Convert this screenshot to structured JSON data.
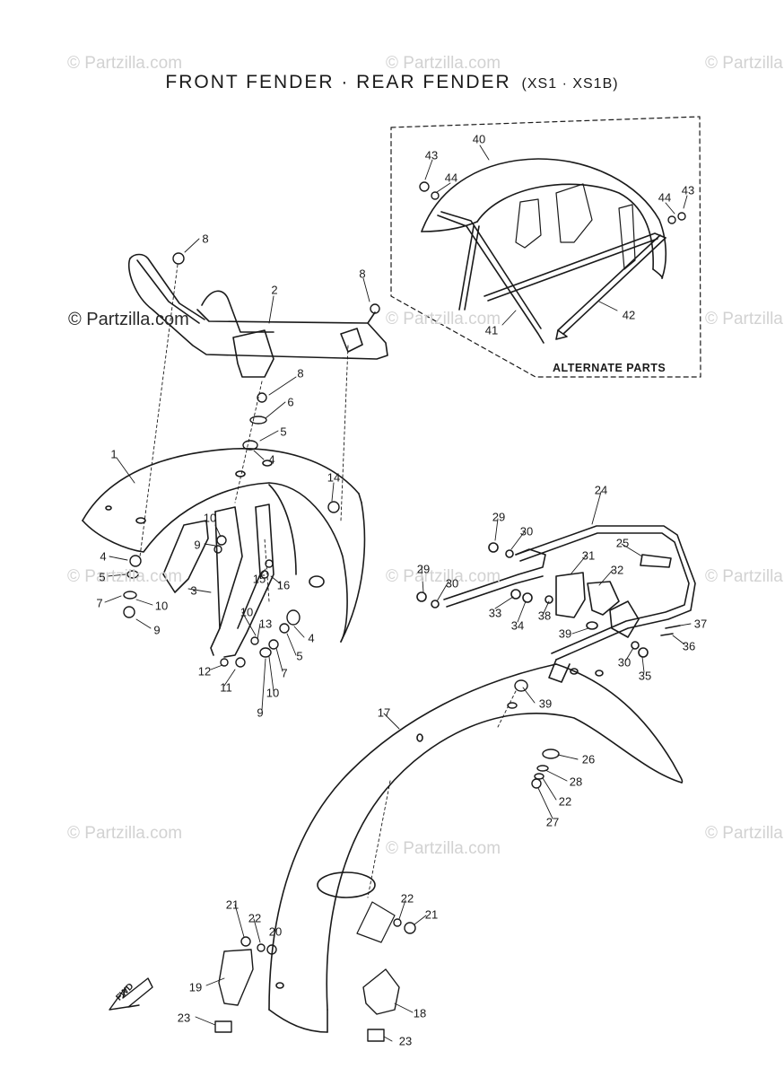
{
  "title": {
    "main": "FRONT FENDER · REAR FENDER",
    "models": "(XS1 · XS1B)"
  },
  "alternate_parts_label": "ALTERNATE PARTS",
  "fwd_label": "FWD",
  "watermark_text": "© Partzilla.com",
  "watermark_prominent": "© Partzilla.com",
  "colors": {
    "ink": "#1a1a1a",
    "watermark": "#d2d2d2"
  },
  "callouts": [
    {
      "id": "c40",
      "label": "40"
    },
    {
      "id": "c43a",
      "label": "43"
    },
    {
      "id": "c44a",
      "label": "44"
    },
    {
      "id": "c44b",
      "label": "44"
    },
    {
      "id": "c43b",
      "label": "43"
    },
    {
      "id": "c41",
      "label": "41"
    },
    {
      "id": "c42",
      "label": "42"
    },
    {
      "id": "c8a",
      "label": "8"
    },
    {
      "id": "c2",
      "label": "2"
    },
    {
      "id": "c8b",
      "label": "8"
    },
    {
      "id": "c8c",
      "label": "8"
    },
    {
      "id": "c6",
      "label": "6"
    },
    {
      "id": "c5a",
      "label": "5"
    },
    {
      "id": "c4a",
      "label": "4"
    },
    {
      "id": "c1",
      "label": "1"
    },
    {
      "id": "c14",
      "label": "14"
    },
    {
      "id": "c10a",
      "label": "10"
    },
    {
      "id": "c9a",
      "label": "9"
    },
    {
      "id": "c4b",
      "label": "4"
    },
    {
      "id": "c5b",
      "label": "5"
    },
    {
      "id": "c7a",
      "label": "7"
    },
    {
      "id": "c10b",
      "label": "10"
    },
    {
      "id": "c9b",
      "label": "9"
    },
    {
      "id": "c3",
      "label": "3"
    },
    {
      "id": "c15",
      "label": "15"
    },
    {
      "id": "c16",
      "label": "16"
    },
    {
      "id": "c10c",
      "label": "10"
    },
    {
      "id": "c13",
      "label": "13"
    },
    {
      "id": "c4c",
      "label": "4"
    },
    {
      "id": "c5c",
      "label": "5"
    },
    {
      "id": "c12",
      "label": "12"
    },
    {
      "id": "c11",
      "label": "11"
    },
    {
      "id": "c7b",
      "label": "7"
    },
    {
      "id": "c10d",
      "label": "10"
    },
    {
      "id": "c9c",
      "label": "9"
    },
    {
      "id": "c24",
      "label": "24"
    },
    {
      "id": "c29a",
      "label": "29"
    },
    {
      "id": "c30a",
      "label": "30"
    },
    {
      "id": "c25",
      "label": "25"
    },
    {
      "id": "c31",
      "label": "31"
    },
    {
      "id": "c32",
      "label": "32"
    },
    {
      "id": "c29b",
      "label": "29"
    },
    {
      "id": "c30b",
      "label": "30"
    },
    {
      "id": "c33",
      "label": "33"
    },
    {
      "id": "c34",
      "label": "34"
    },
    {
      "id": "c38",
      "label": "38"
    },
    {
      "id": "c39a",
      "label": "39"
    },
    {
      "id": "c37",
      "label": "37"
    },
    {
      "id": "c36",
      "label": "36"
    },
    {
      "id": "c30c",
      "label": "30"
    },
    {
      "id": "c35",
      "label": "35"
    },
    {
      "id": "c17",
      "label": "17"
    },
    {
      "id": "c39b",
      "label": "39"
    },
    {
      "id": "c26",
      "label": "26"
    },
    {
      "id": "c28",
      "label": "28"
    },
    {
      "id": "c22a",
      "label": "22"
    },
    {
      "id": "c27",
      "label": "27"
    },
    {
      "id": "c21a",
      "label": "21"
    },
    {
      "id": "c22b",
      "label": "22"
    },
    {
      "id": "c20",
      "label": "20"
    },
    {
      "id": "c22c",
      "label": "22"
    },
    {
      "id": "c21b",
      "label": "21"
    },
    {
      "id": "c19",
      "label": "19"
    },
    {
      "id": "c18",
      "label": "18"
    },
    {
      "id": "c23a",
      "label": "23"
    },
    {
      "id": "c23b",
      "label": "23"
    }
  ]
}
